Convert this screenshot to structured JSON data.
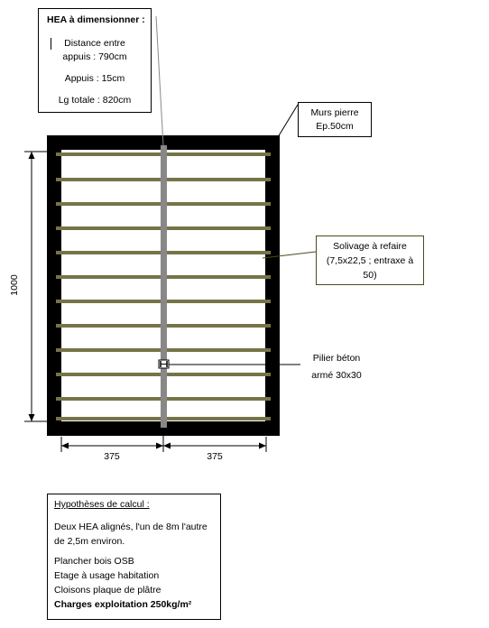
{
  "hea_box": {
    "title": "HEA à dimensionner :",
    "distance_line1": "Distance entre",
    "distance_line2": "appuis : 790cm",
    "appuis": "Appuis : 15cm",
    "lg_totale": "Lg totale : 820cm"
  },
  "walls_label": {
    "line1": "Murs pierre",
    "line2": "Ep.50cm"
  },
  "joists_label": {
    "line1": "Solivage à refaire",
    "line2": "(7,5x22,5 ; entraxe à",
    "line3": "50)"
  },
  "pillar_label": {
    "line1": "Pilier béton",
    "line2": "armé 30x30"
  },
  "dimensions": {
    "height": "1000",
    "left_width": "375",
    "right_width": "375"
  },
  "hypotheses": {
    "title": "Hypothèses de calcul :",
    "line1": "Deux HEA alignés, l'un de 8m l'autre",
    "line2": "de 2,5m environ.",
    "line3": "Plancher bois OSB",
    "line4": "Etage à usage habitation",
    "line5": "Cloisons plaque de plâtre",
    "line6": "Charges exploitation 250kg/m²"
  },
  "colors": {
    "wall": "#000000",
    "joist": "#767447",
    "beam": "#888888",
    "label_border": "#4e4a1c"
  }
}
